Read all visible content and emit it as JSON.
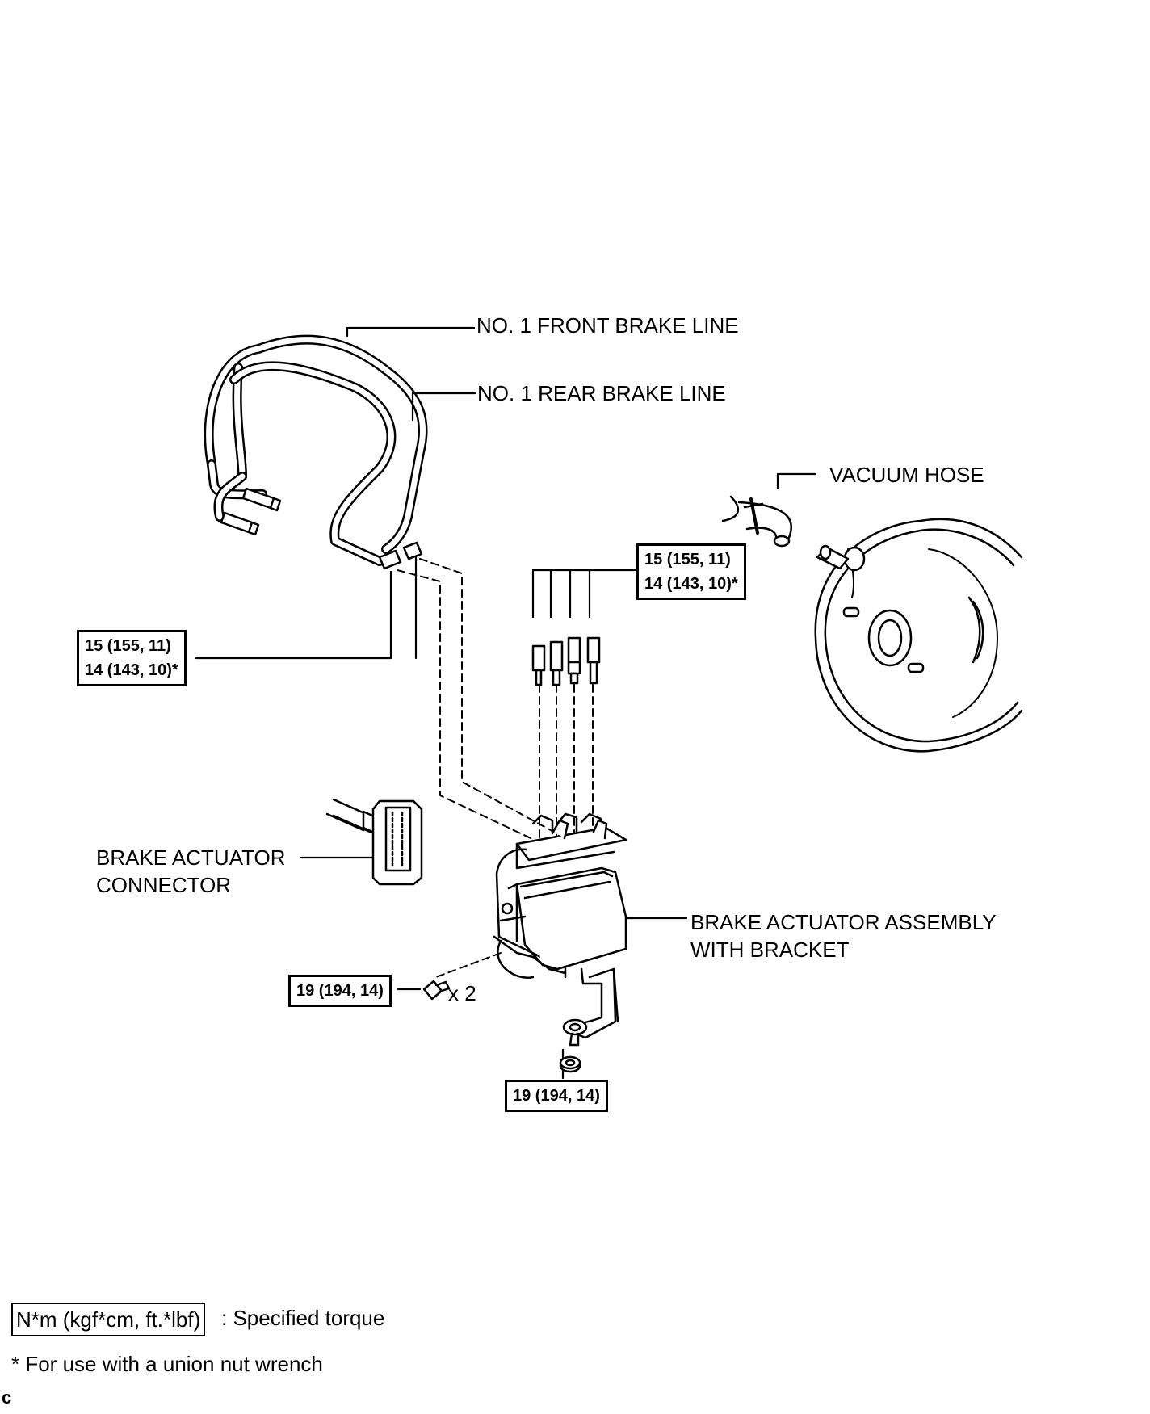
{
  "labels": {
    "front_line": "NO. 1 FRONT BRAKE LINE",
    "rear_line": "NO. 1 REAR BRAKE LINE",
    "vacuum_hose": "VACUUM HOSE",
    "connector_l1": "BRAKE ACTUATOR",
    "connector_l2": "CONNECTOR",
    "actuator_l1": "BRAKE ACTUATOR ASSEMBLY",
    "actuator_l2": "WITH BRACKET",
    "bolt_qty": "x 2"
  },
  "torques": {
    "left_a": "15 (155, 11)",
    "left_b": "14 (143, 10)*",
    "top_a": "15 (155, 11)",
    "top_b": "14 (143, 10)*",
    "bolt": "19 (194, 14)",
    "nut": "19 (194, 14)"
  },
  "legend": {
    "unit_box": "N*m (kgf*cm, ft.*lbf)",
    "unit_desc": ": Specified torque",
    "footnote": "* For use with a union nut wrench",
    "corner_mark": "c"
  }
}
